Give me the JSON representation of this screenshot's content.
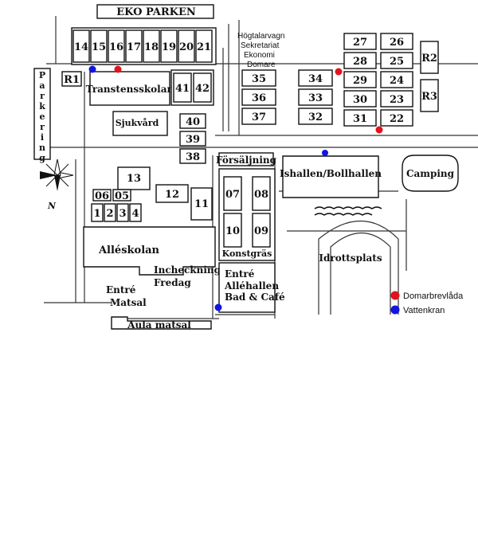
{
  "top_banner": "EKO PARKEN",
  "parkering_label": "Parkering",
  "fields_top": [
    "14",
    "15",
    "16",
    "17",
    "18",
    "19",
    "20",
    "21"
  ],
  "fields_center": [
    "35",
    "36",
    "37"
  ],
  "fields_right_col1": [
    "34",
    "33",
    "32"
  ],
  "fields_right_col2": [
    "27",
    "28",
    "29",
    "30",
    "31"
  ],
  "fields_right_col3": [
    "26",
    "25",
    "24",
    "23",
    "22"
  ],
  "fields_r": [
    "R2",
    "R3"
  ],
  "field_r1": "R1",
  "fields_4x": [
    "41",
    "42"
  ],
  "fields_3x": [
    "40",
    "39",
    "38"
  ],
  "fields_small": [
    "06",
    "05",
    "1",
    "2",
    "3",
    "4"
  ],
  "field_13": "13",
  "field_12": "12",
  "field_11": "11",
  "fields_allehallen": [
    "07",
    "08",
    "10",
    "09"
  ],
  "info_stack": [
    "Högtalarvagn",
    "Sekretariat",
    "Ekonomi",
    "Domare"
  ],
  "buildings": {
    "transtensskolan": "Transtensskolan",
    "sjukvard": "Sjukvård",
    "forsaljning": "Försäljning",
    "ishallen": "Ishallen/Bollhallen",
    "camping": "Camping",
    "alleskolan": "Alléskolan",
    "incheckning_1": "Incheckning",
    "incheckning_2": "Fredag",
    "konstgras": "Konstgräs",
    "entre_allehallen_1": "Entré",
    "entre_allehallen_2": "Alléhallen",
    "entre_allehallen_3": "Bad & Café",
    "idrottsplats": "Idrottsplats",
    "entre_matsal_1": "Entré",
    "entre_matsal_2": "Matsal",
    "aula_matsal": "Aula matsal"
  },
  "compass_letter": "N",
  "legend": [
    {
      "label": "Domarbrevlåda",
      "color": "#e0141c"
    },
    {
      "label": "Vattenkran",
      "color": "#1414e0"
    }
  ]
}
